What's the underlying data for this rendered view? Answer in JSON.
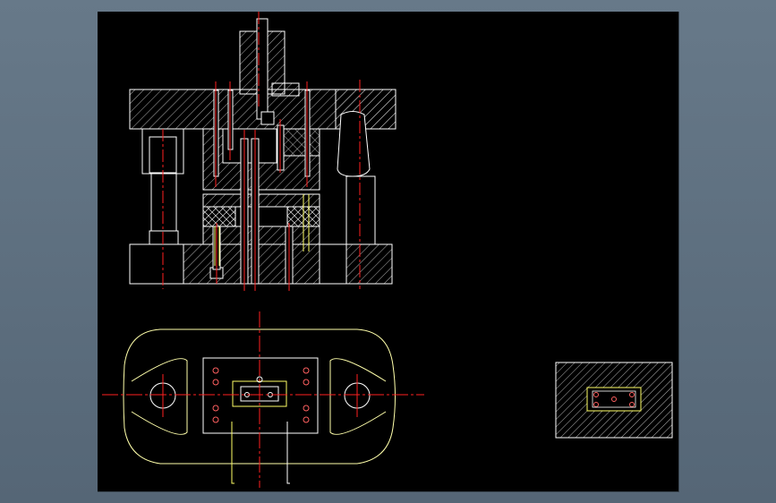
{
  "viewer": {
    "background_color": "#5d6f7e",
    "canvas_color": "#000000"
  },
  "drawing": {
    "views": [
      "front-section-view",
      "plan-view",
      "part-detail-view"
    ],
    "line_colors": {
      "outline": "#ffffff",
      "hatch": "#e8e8e8",
      "centerline": "#ff2020",
      "highlight": "#ffff66",
      "plan_outline": "#ffffaa"
    }
  }
}
